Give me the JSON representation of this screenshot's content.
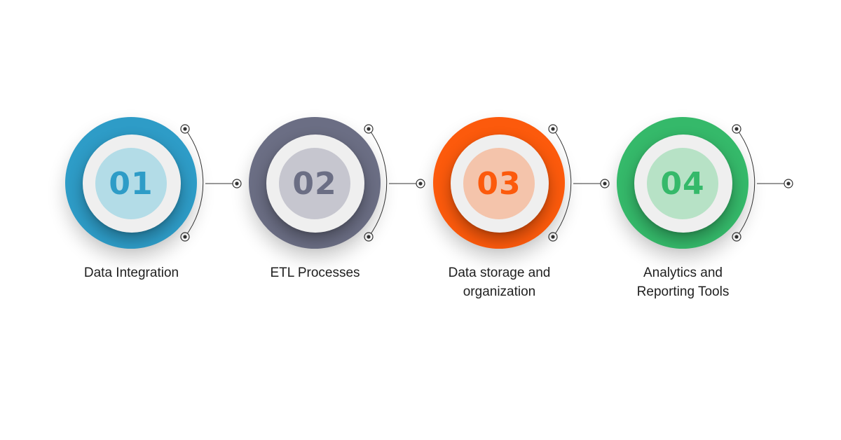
{
  "colors": {
    "step1": "#2e9cc7",
    "step2": "#6b6e84",
    "step3": "#fc5a0c",
    "step4": "#35b96a",
    "line": "#333333",
    "disc": "#efefef"
  },
  "steps": [
    {
      "number": "01",
      "label": "Data Integration",
      "ring": "#2e9cc7",
      "tint": "#b3dce7",
      "digit": "#2e9cc7"
    },
    {
      "number": "02",
      "label": "ETL Processes",
      "ring": "#6b6e84",
      "tint": "#c6c6cf",
      "digit": "#6b6e84"
    },
    {
      "number": "03",
      "label": "Data storage and\norganization",
      "ring": "#fc5a0c",
      "tint": "#f4c4ab",
      "digit": "#fc5a0c"
    },
    {
      "number": "04",
      "label": "Analytics and\nReporting Tools",
      "ring": "#35b96a",
      "tint": "#b7e2c6",
      "digit": "#35b96a"
    }
  ]
}
